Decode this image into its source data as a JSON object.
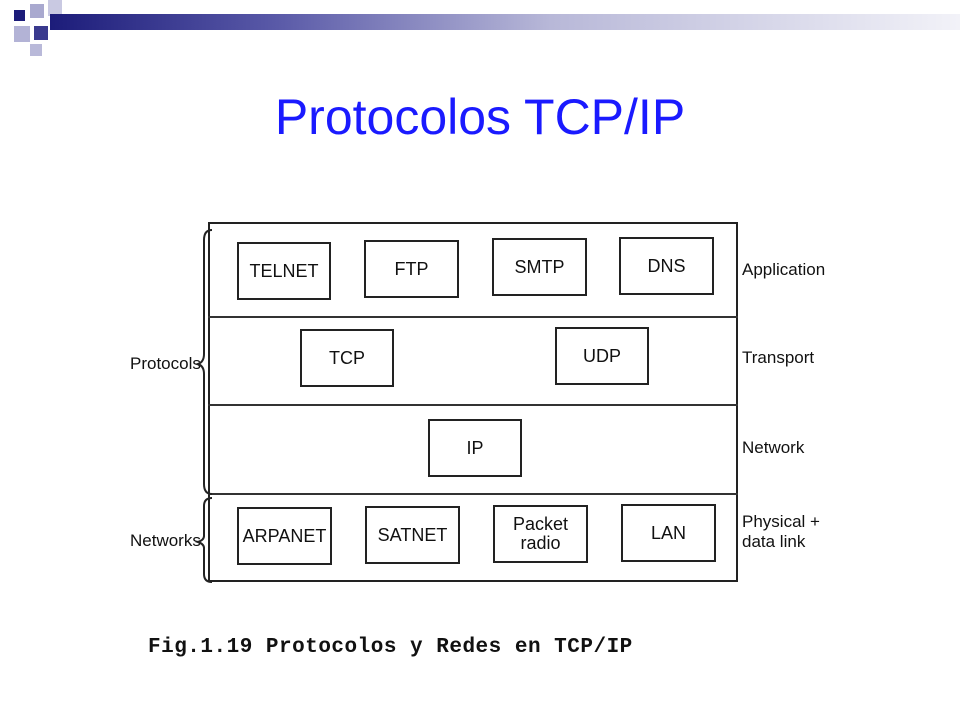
{
  "slide": {
    "title": "Protocolos TCP/IP"
  },
  "diagram": {
    "side_labels": {
      "protocols": "Protocols",
      "networks": "Networks"
    },
    "layers": {
      "application": {
        "label": "Application",
        "boxes": [
          "TELNET",
          "FTP",
          "SMTP",
          "DNS"
        ]
      },
      "transport": {
        "label": "Transport",
        "boxes": [
          "TCP",
          "UDP"
        ]
      },
      "network": {
        "label": "Network",
        "boxes": [
          "IP"
        ]
      },
      "physical": {
        "label_line1": "Physical +",
        "label_line2": "data link",
        "boxes": [
          "ARPANET",
          "SATNET",
          "Packet radio",
          "LAN"
        ]
      }
    },
    "caption": "Fig.1.19 Protocolos y Redes en TCP/IP"
  },
  "colors": {
    "title": "#1a1aff",
    "deco_dark": "#1c1c7a",
    "deco_light": "#b9b9d9"
  }
}
